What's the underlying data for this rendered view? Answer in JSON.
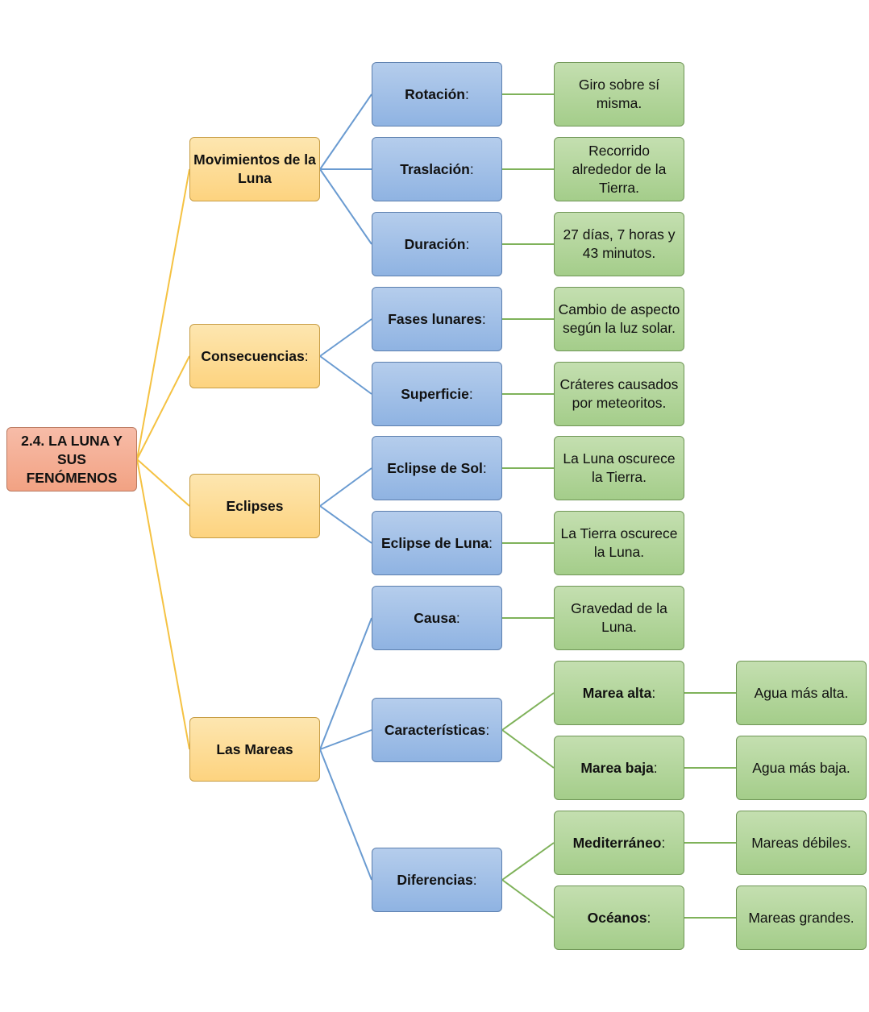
{
  "colors": {
    "root_fill": "#f4ab8e",
    "level1_fill": "#fdd98c",
    "level2_fill": "#9fbee7",
    "level3_fill": "#b3d69c",
    "link_root": "#f5c242",
    "link_level1": "#6a9bd1",
    "link_level2": "#7fb25a"
  },
  "root": {
    "label": "2.4. LA LUNA Y SUS FENÓMENOS"
  },
  "branches": [
    {
      "label": "Movimientos de la Luna",
      "children": [
        {
          "label": "Rotación",
          "suffix": ":",
          "desc": "Giro sobre sí misma."
        },
        {
          "label": "Traslación",
          "suffix": ":",
          "desc": "Recorrido alrededor de la Tierra."
        },
        {
          "label": "Duración",
          "suffix": ":",
          "desc": "27 días, 7 horas y 43 minutos."
        }
      ]
    },
    {
      "label": "Consecuencias",
      "suffix": ":",
      "children": [
        {
          "label": "Fases lunares",
          "suffix": ":",
          "desc": "Cambio de aspecto según la luz solar."
        },
        {
          "label": "Superficie",
          "suffix": ":",
          "desc": "Cráteres causados por meteoritos."
        }
      ]
    },
    {
      "label": "Eclipses",
      "children": [
        {
          "label": "Eclipse de Sol",
          "suffix": ":",
          "desc": "La Luna oscurece la Tierra."
        },
        {
          "label": "Eclipse de Luna",
          "suffix": ":",
          "desc": "La Tierra oscurece la Luna."
        }
      ]
    },
    {
      "label": "Las Mareas",
      "children": [
        {
          "label": "Causa",
          "suffix": ":",
          "desc": "Gravedad de la Luna."
        },
        {
          "label": "Características",
          "suffix": ":",
          "children": [
            {
              "label": "Marea alta",
              "suffix": ":",
              "desc": "Agua más alta."
            },
            {
              "label": "Marea baja",
              "suffix": ":",
              "desc": "Agua más baja."
            }
          ]
        },
        {
          "label": "Diferencias",
          "suffix": ":",
          "children": [
            {
              "label": "Mediterráneo",
              "suffix": ":",
              "desc": "Mareas débiles."
            },
            {
              "label": "Océanos",
              "suffix": ":",
              "desc": "Mareas grandes."
            }
          ]
        }
      ]
    }
  ]
}
